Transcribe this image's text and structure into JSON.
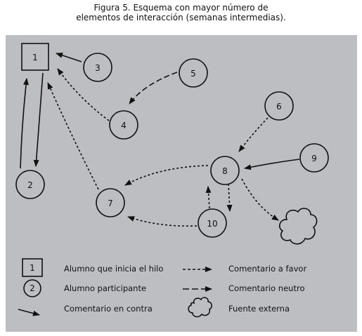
{
  "caption": {
    "line1": "Figura 5. Esquema con mayor número de",
    "line2": "elementos de interacción (semanas intermedias)."
  },
  "nodes": {
    "n1": "1",
    "n2": "2",
    "n3": "3",
    "n4": "4",
    "n5": "5",
    "n6": "6",
    "n7": "7",
    "n8": "8",
    "n9": "9",
    "n10": "10"
  },
  "legend": {
    "starter_symbol": "1",
    "starter_label": "Alumno que inicia el hilo",
    "participant_symbol": "2",
    "participant_label": "Alumno participante",
    "against_label": "Comentario en contra",
    "favor_label": "Comentario a favor",
    "neutral_label": "Comentario neutro",
    "external_label": "Fuente externa"
  },
  "colors": {
    "panel": "#bcbec2",
    "ink": "#111111"
  }
}
